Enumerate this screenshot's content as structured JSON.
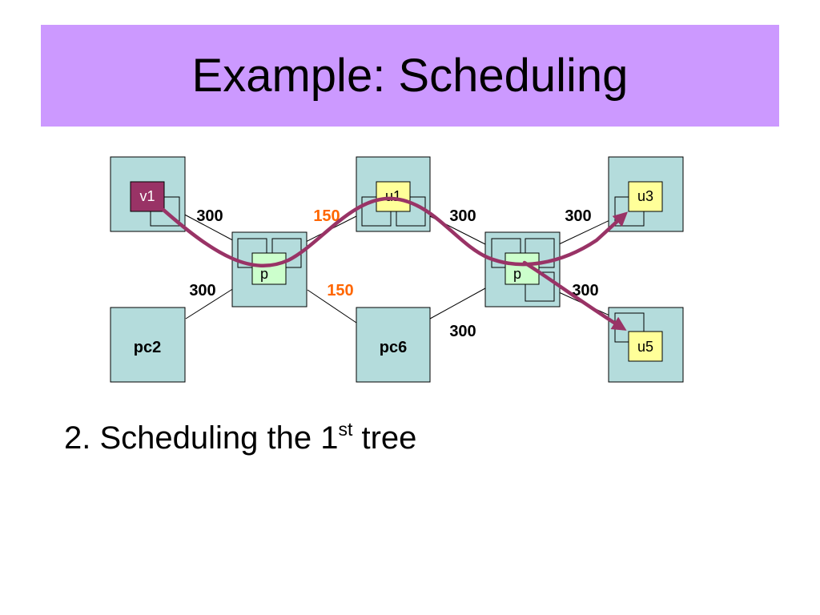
{
  "slide": {
    "title": "Example: Scheduling",
    "caption_prefix": "2. Scheduling the 1",
    "caption_sup": "st",
    "caption_suffix": " tree"
  },
  "diagram": {
    "colors": {
      "node_fill": "#b4dcdc",
      "inner_fill": "#b4dcdc",
      "source_fill": "#993366",
      "receiver_fill": "#ffff99",
      "proxy_fill": "#ccffcc",
      "path": "#993366",
      "label_black": "#000000",
      "label_orange": "#ff6600"
    },
    "nodes": [
      {
        "id": "n-v1",
        "badge": "v1",
        "badge_kind": "source"
      },
      {
        "id": "n-u1",
        "badge": "u1",
        "badge_kind": "receiver"
      },
      {
        "id": "n-u3",
        "badge": "u3",
        "badge_kind": "receiver"
      },
      {
        "id": "n-p1",
        "badge": "p",
        "badge_kind": "proxy"
      },
      {
        "id": "n-p2",
        "badge": "p",
        "badge_kind": "proxy"
      },
      {
        "id": "n-pc2",
        "label": "pc2"
      },
      {
        "id": "n-pc6",
        "label": "pc6"
      },
      {
        "id": "n-u5",
        "badge": "u5",
        "badge_kind": "receiver"
      }
    ],
    "edge_labels": [
      {
        "text": "300",
        "color": "black"
      },
      {
        "text": "150",
        "color": "orange"
      },
      {
        "text": "300",
        "color": "black"
      },
      {
        "text": "300",
        "color": "black"
      },
      {
        "text": "300",
        "color": "black"
      },
      {
        "text": "150",
        "color": "orange"
      },
      {
        "text": "300",
        "color": "black"
      },
      {
        "text": "300",
        "color": "black"
      }
    ]
  }
}
